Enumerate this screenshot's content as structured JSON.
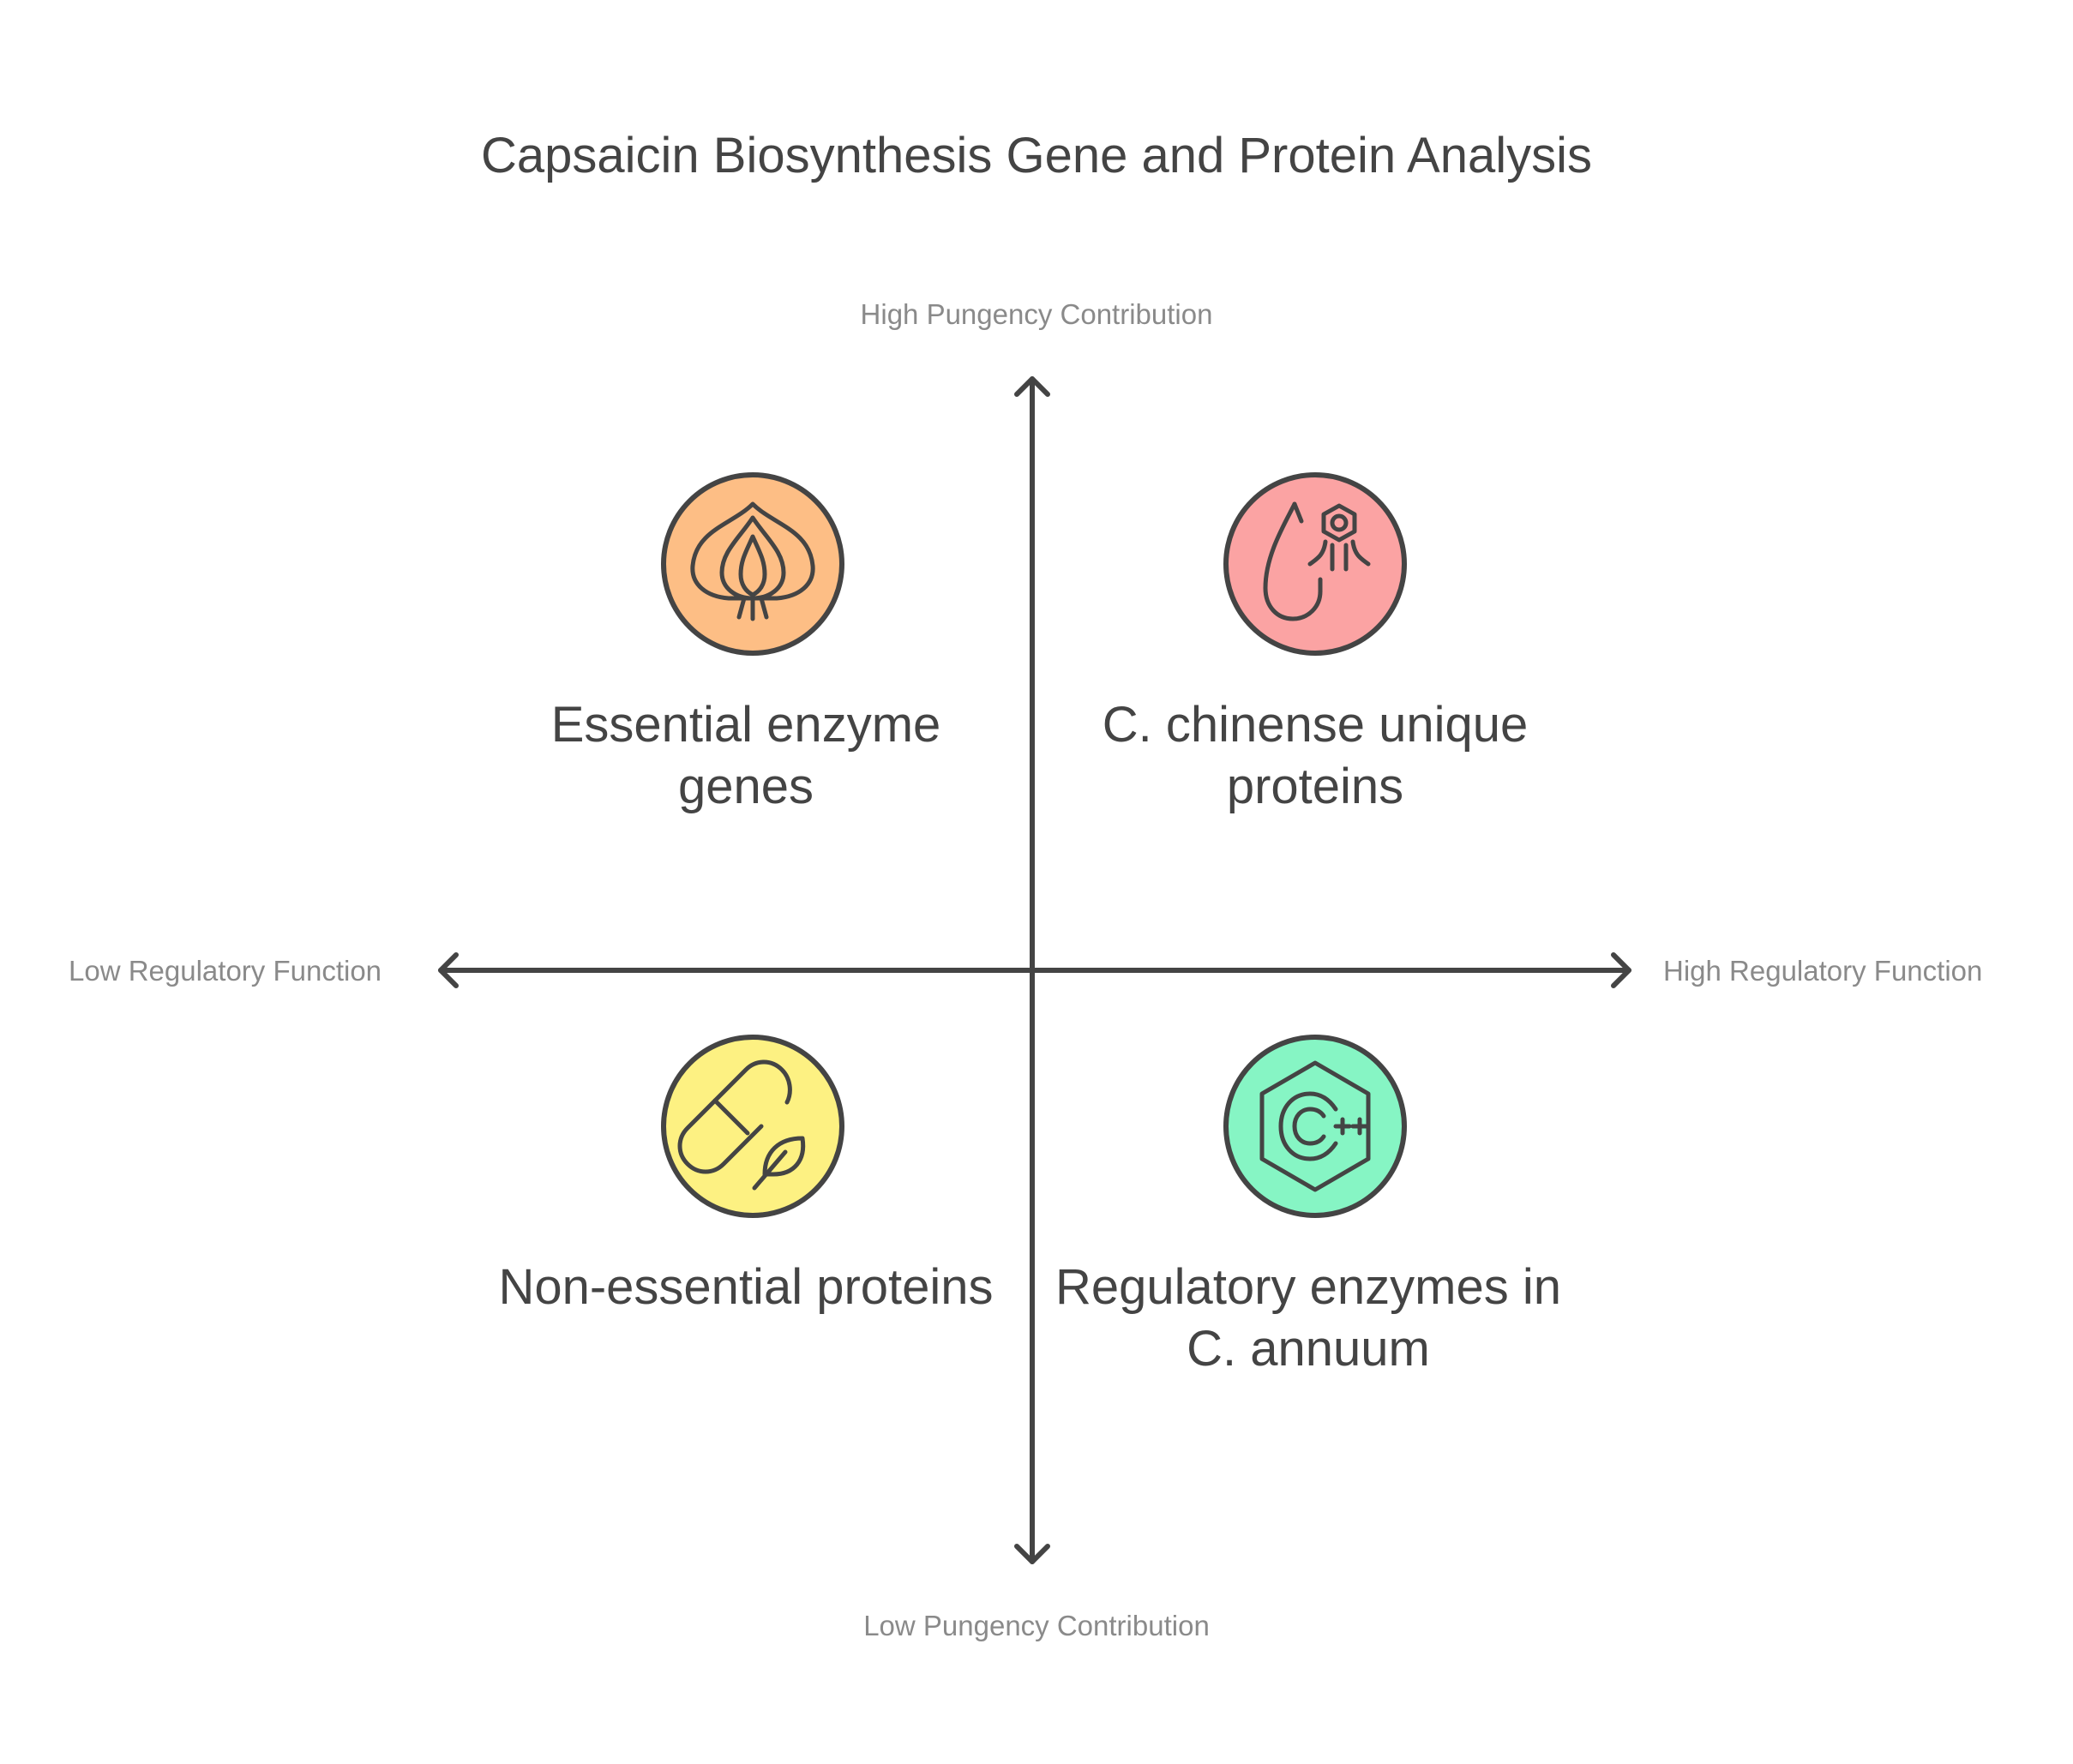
{
  "title": "Capsaicin Biosynthesis Gene and Protein Analysis",
  "axes": {
    "y_high": "High Pungency Contribution",
    "y_low": "Low Pungency Contribution",
    "x_low": "Low Regulatory Function",
    "x_high": "High Regulatory Function"
  },
  "quadrants": {
    "top_left": {
      "label": "Essential enzyme genes",
      "icon": "garlic-icon",
      "color": "#FDBE85"
    },
    "top_right": {
      "label": "C. chinense unique proteins",
      "icon": "drop-molecule-icon",
      "color": "#FBA3A3"
    },
    "bottom_left": {
      "label": "Non-essential proteins",
      "icon": "capsule-leaf-icon",
      "color": "#FDF182"
    },
    "bottom_right": {
      "label": "Regulatory enzymes in C. annuum",
      "icon": "cpp-hexagon-icon",
      "color": "#86F5C4"
    }
  },
  "colors": {
    "stroke": "#444444",
    "axis": "#444444",
    "muted_text": "#8a8a8a"
  }
}
